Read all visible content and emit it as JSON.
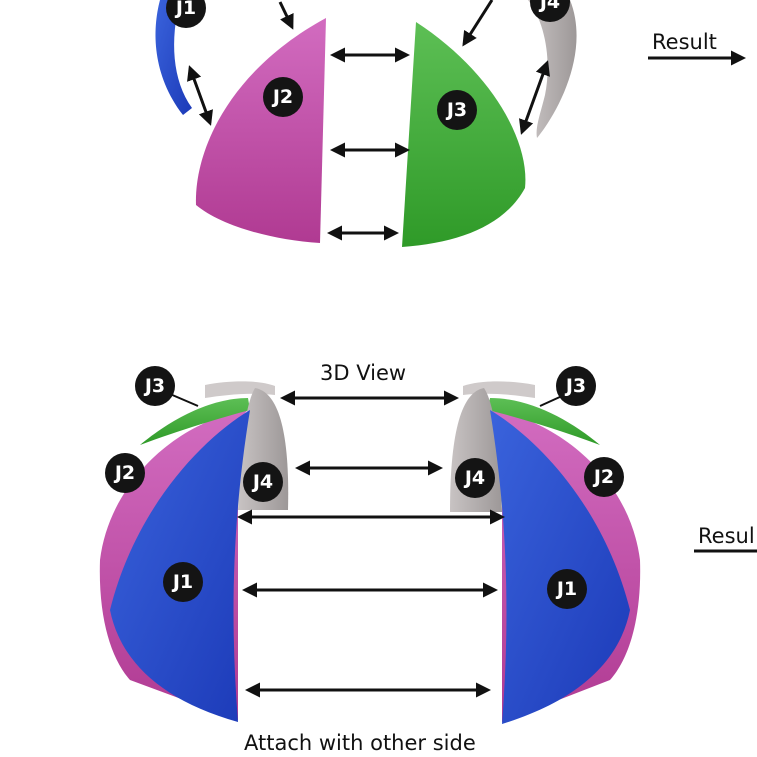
{
  "colors": {
    "blue": "#2446c8",
    "magenta": "#c050a8",
    "green": "#3fa53a",
    "grey": "#b3aeae",
    "arrow": "#111111",
    "badge": "#141414"
  },
  "top": {
    "result_label": "Result",
    "badges": {
      "j1": "J1",
      "j2": "J2",
      "j3": "J3",
      "j4": "J4"
    }
  },
  "bottom": {
    "view_label": "3D View",
    "caption": "Attach with other side",
    "result_label": "Resul",
    "left_badges": {
      "j3": "J3",
      "j2": "J2",
      "j4": "J4",
      "j1": "J1"
    },
    "right_badges": {
      "j3": "J3",
      "j2": "J2",
      "j4": "J4",
      "j1": "J1"
    }
  }
}
